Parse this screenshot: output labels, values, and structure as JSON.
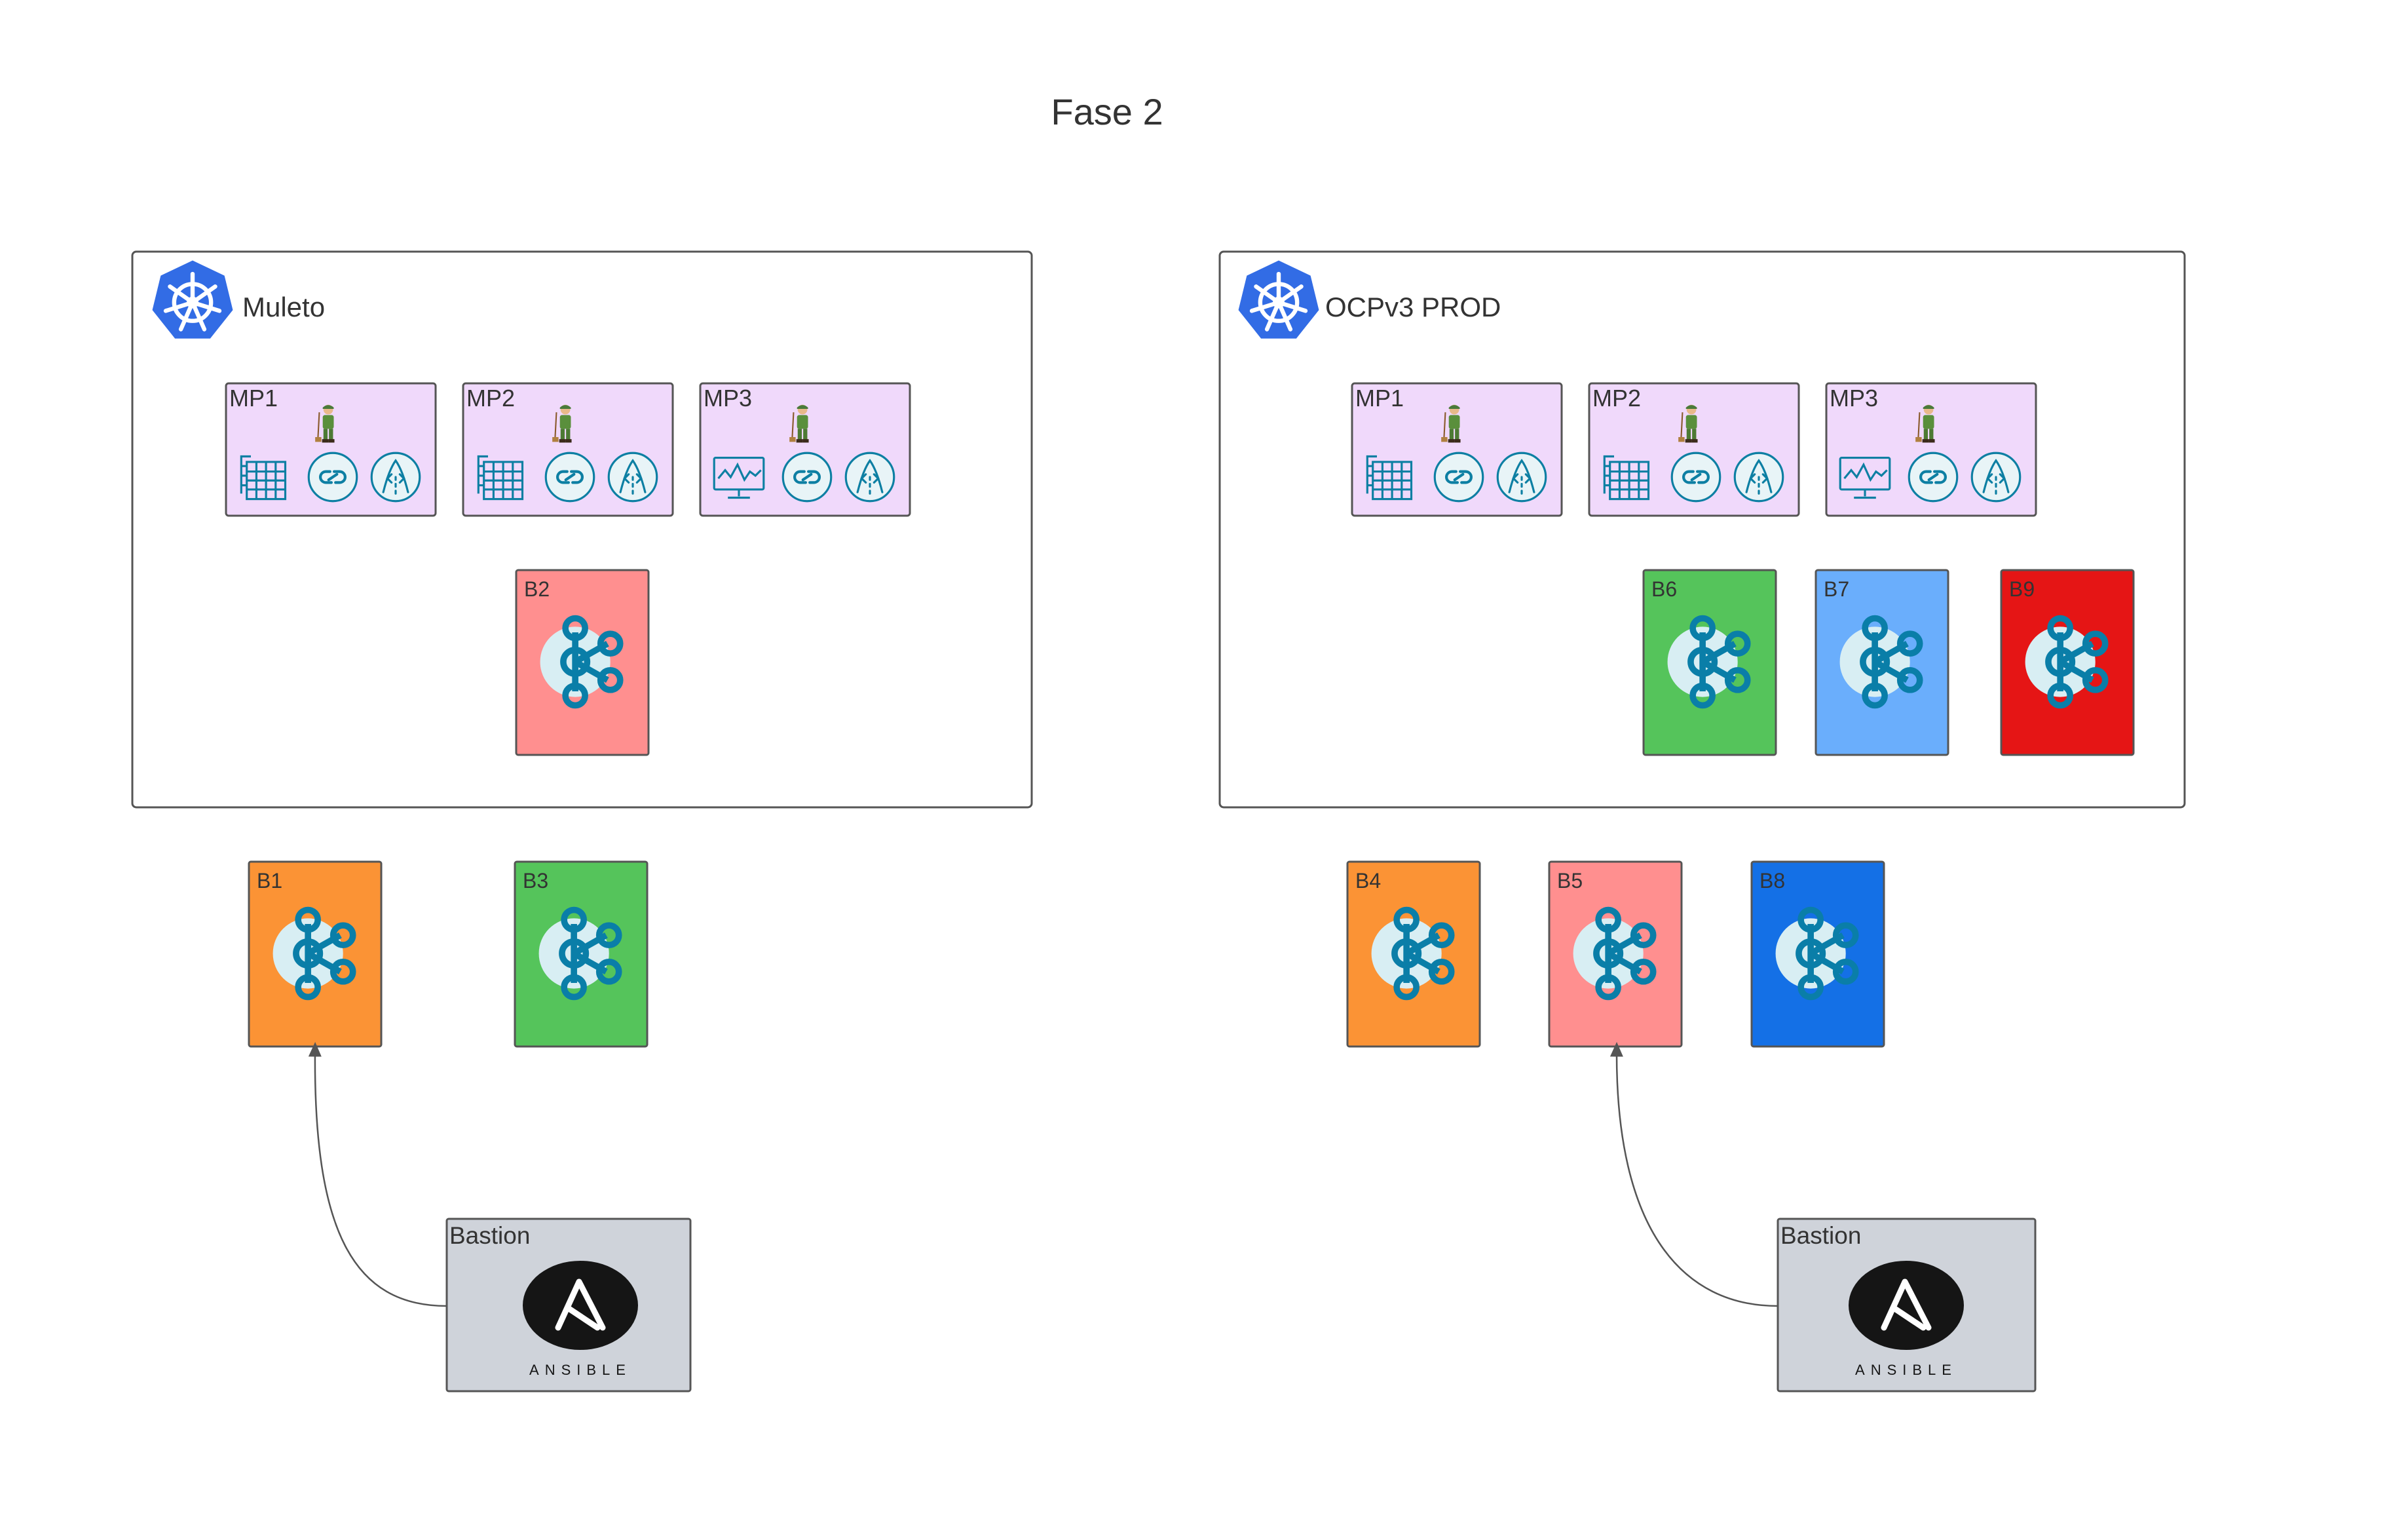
{
  "diagram": {
    "title": "Fase 2",
    "clusters": [
      {
        "name": "Muleto",
        "mule_pods": [
          {
            "label": "MP1",
            "first_service": "grid"
          },
          {
            "label": "MP2",
            "first_service": "grid"
          },
          {
            "label": "MP3",
            "first_service": "monitor"
          }
        ],
        "brokers": [
          {
            "label": "B2",
            "color": "#ff8f8f"
          }
        ]
      },
      {
        "name": "OCPv3 PROD",
        "mule_pods": [
          {
            "label": "MP1",
            "first_service": "grid"
          },
          {
            "label": "MP2",
            "first_service": "grid"
          },
          {
            "label": "MP3",
            "first_service": "monitor"
          }
        ],
        "brokers": [
          {
            "label": "B6",
            "color": "#55c45b"
          },
          {
            "label": "B7",
            "color": "#6aaefc"
          },
          {
            "label": "B9",
            "color": "#e51515"
          }
        ]
      }
    ],
    "external_brokers": [
      {
        "label": "B1",
        "color": "#fb9335"
      },
      {
        "label": "B3",
        "color": "#55c45b"
      },
      {
        "label": "B4",
        "color": "#fb9335"
      },
      {
        "label": "B5",
        "color": "#ff8f8f"
      },
      {
        "label": "B8",
        "color": "#1470e6"
      }
    ],
    "bastions": [
      {
        "label": "Bastion",
        "tool_wordmark": "ANSIBLE",
        "connects_to": "B1"
      },
      {
        "label": "Bastion",
        "tool_wordmark": "ANSIBLE",
        "connects_to": "B5"
      }
    ],
    "icons": {
      "cluster": "kubernetes-icon",
      "broker": "kafka-icon",
      "bastion": "ansible-logo",
      "pod_worker": "mule-worker-icon",
      "pod_services": [
        "grid-icon",
        "api-link-icon",
        "api-gateway-icon"
      ]
    },
    "colors": {
      "pod_fill": "#f0d9fb",
      "bastion_fill": "#cfd3da",
      "kubernetes_blue": "#326ce5",
      "kafka_teal": "#0a7ea8"
    }
  }
}
